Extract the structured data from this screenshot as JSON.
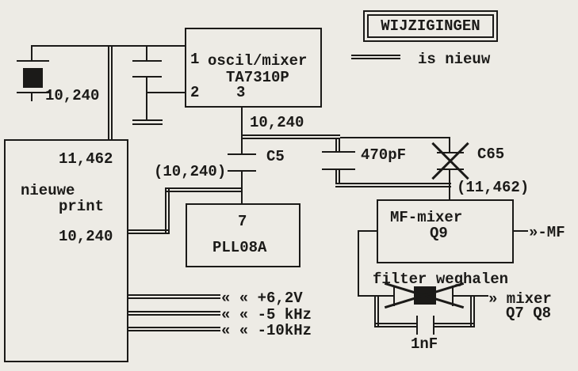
{
  "colors": {
    "paper": "#edebe5",
    "ink": "#1b1a18"
  },
  "legend": {
    "title": "WIJZIGINGEN",
    "new_marker_label": "is nieuw"
  },
  "crystal": {
    "freq": "10,240"
  },
  "oscillator_ic": {
    "pin1": "1",
    "pin2": "2",
    "pin3": "3",
    "line1": "oscil/mixer",
    "line2": "TA7310P",
    "pin3_freq": "10,240"
  },
  "board": {
    "freq_in": "11,462",
    "line1": "nieuwe",
    "line2": "print",
    "freq_out": "10,240"
  },
  "pll_ic": {
    "pin7": "7",
    "name": "PLL08A",
    "node_freq": "(10,240)"
  },
  "caps": {
    "c5": "C5",
    "c470": "470pF",
    "c65": "C65",
    "c1nf": "1nF"
  },
  "mf_mixer": {
    "line1": "MF-mixer",
    "line2": "Q9",
    "node_freq": "(11,462)",
    "output_label": "»-MF"
  },
  "filter": {
    "note": "filter weghalen",
    "out_line1": "» mixer",
    "out_line2": "Q7 Q8"
  },
  "board_outputs": [
    {
      "label": "« « +6,2V"
    },
    {
      "label": "« « -5 kHz"
    },
    {
      "label": "« « -10kHz"
    }
  ]
}
